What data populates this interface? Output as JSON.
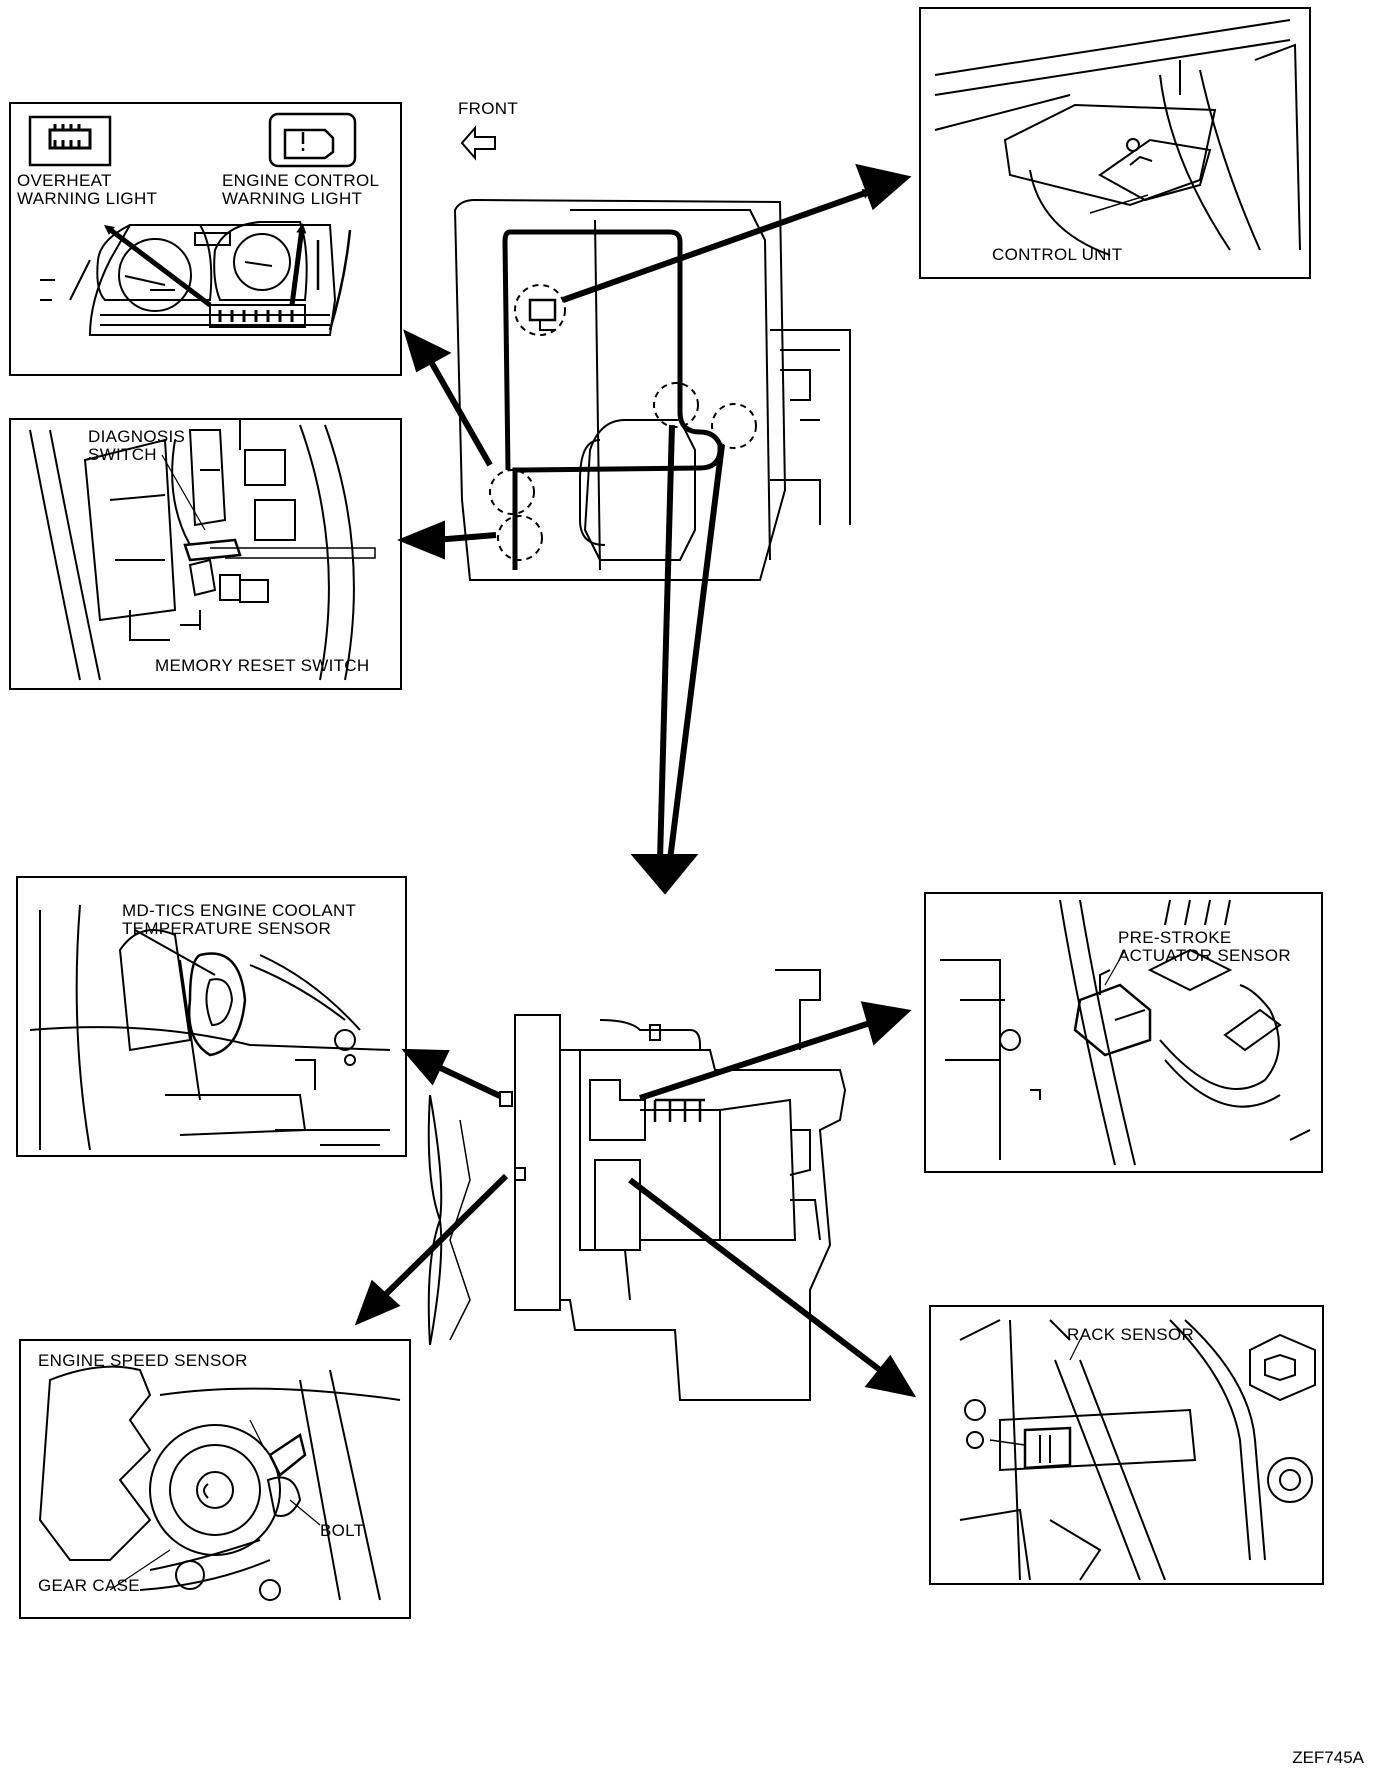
{
  "labels": {
    "front": "FRONT",
    "overheat": "OVERHEAT\nWARNING LIGHT",
    "engine_control": "ENGINE CONTROL\nWARNING LIGHT",
    "control_unit": "CONTROL UNIT",
    "diagnosis_switch": "DIAGNOSIS\nSWITCH",
    "memory_reset_switch": "MEMORY RESET SWITCH",
    "coolant_sensor": "MD-TICS ENGINE COOLANT\nTEMPERATURE SENSOR",
    "prestroke_sensor": "PRE-STROKE\nACTUATOR SENSOR",
    "engine_speed_sensor": "ENGINE SPEED SENSOR",
    "bolt": "BOLT",
    "gear_case": "GEAR CASE",
    "rack_sensor": "RACK SENSOR",
    "figure_code": "ZEF745A"
  }
}
